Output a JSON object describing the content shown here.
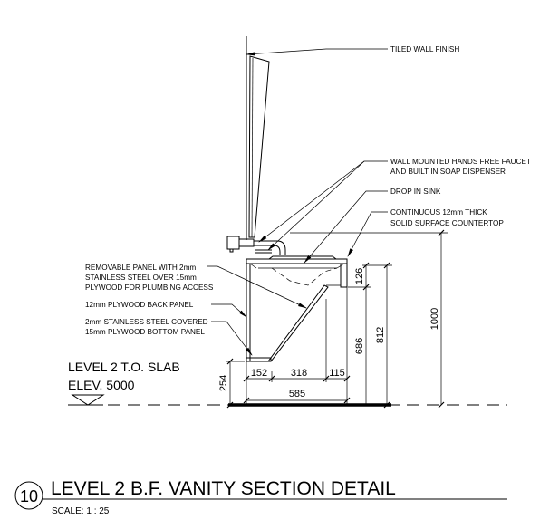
{
  "notes": {
    "tiled_wall": "TILED WALL FINISH",
    "faucet_1": "WALL MOUNTED HANDS FREE FAUCET",
    "faucet_2": "AND BUILT IN SOAP DISPENSER",
    "sink": "DROP IN SINK",
    "counter_1": "CONTINUOUS 12mm THICK",
    "counter_2": "SOLID SURFACE COUNTERTOP",
    "panel_1": "REMOVABLE PANEL WITH 2mm",
    "panel_2": "STAINLESS STEEL OVER 15mm",
    "panel_3": "PLYWOOD FOR PLUMBING ACCESS",
    "back_panel": "12mm PLYWOOD BACK PANEL",
    "bottom_1": "2mm STAINLESS STEEL COVERED",
    "bottom_2": "15mm PLYWOOD BOTTOM PANEL"
  },
  "level": {
    "name": "LEVEL 2 T.O. SLAB",
    "elev": "ELEV. 5000"
  },
  "dims": {
    "d1000": "1000",
    "d812": "812",
    "d686": "686",
    "d126": "126",
    "d254": "254",
    "d152": "152",
    "d318": "318",
    "d115": "115",
    "d585": "585"
  },
  "title": {
    "number": "10",
    "text": "LEVEL 2 B.F. VANITY SECTION DETAIL",
    "scale": "SCALE:  1 : 25"
  }
}
